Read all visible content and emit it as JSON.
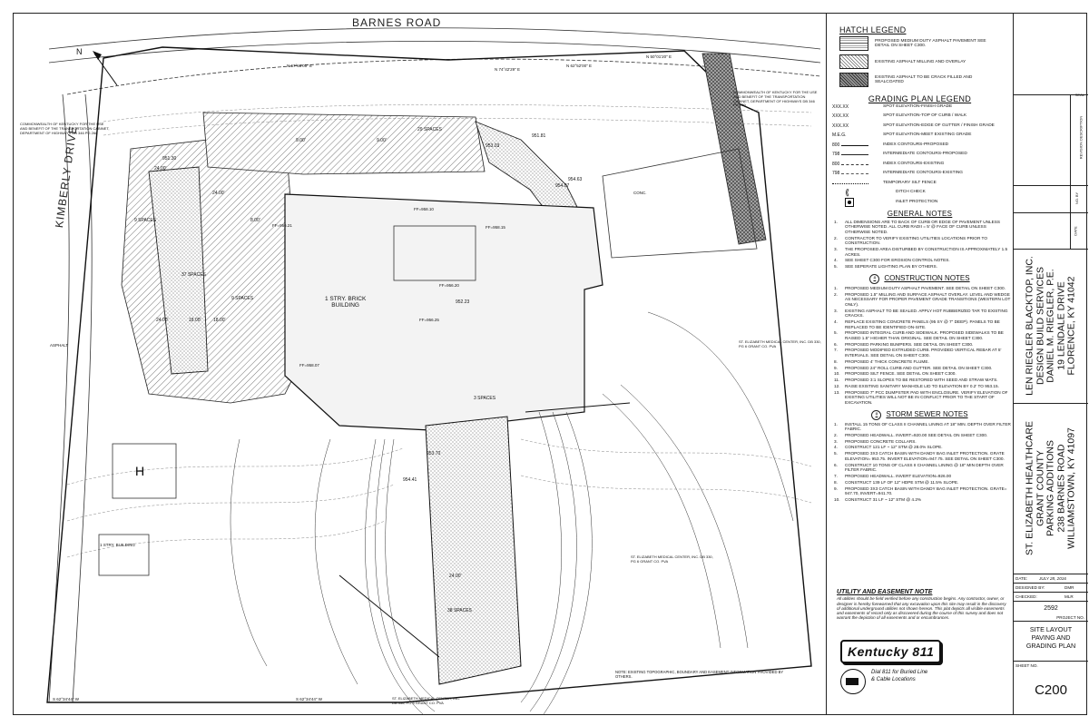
{
  "roads": {
    "barnes_road": "BARNES ROAD",
    "kimberly_drive": "KIMBERLY DRIVE"
  },
  "plan_labels": {
    "building": "1 STRY. BRICK",
    "building_line2": "BUILDING",
    "spaces_29": "29 SPACES",
    "spaces_37": "37 SPACES",
    "spaces_9a": "9 SPACES",
    "spaces_9b": "9 SPACES",
    "spaces_3": "3 SPACES",
    "spaces_38": "38 SPACES",
    "dim_2400_a": "24.00'",
    "dim_2400_b": "24.00'",
    "dim_2400_c": "24.00'",
    "dim_2400_d": "24.00'",
    "dim_1800_a": "18.00'",
    "dim_1800_b": "18.00'",
    "dim_900_a": "9.00'",
    "dim_900_b": "9.00'",
    "dim_800": "8.00'",
    "elev_95303": "953.03",
    "elev_95181": "951.81",
    "elev_95463": "954.63",
    "elev_95407": "954.07",
    "elev_95130": "951.30",
    "elev_95223": "952.23",
    "elev_95370": "953.70",
    "elev_95441": "954.41",
    "ff_95621": "FF=956.21",
    "ff_95810": "FF=958.10",
    "ff_95815": "FF=958.15",
    "ff_95620": "FF=956.20",
    "ff_95625": "FF=956.25",
    "ff_95807": "FF=958.07",
    "bearing_1": "N 67°58'05\" E",
    "bearing_2": "N 74°42'29\" E",
    "bearing_3": "N 62°52'00\" E",
    "bearing_4": "N 50°01'20\" E",
    "bearing_5": "S 62°34'44\" W",
    "bearing_6": "S 62°34'44\" W",
    "comm_left": "COMMONWEALTH OF KENTUCKY FOR THE USE AND BENEFIT OF THE TRANSPORTATION CABINET, DEPARTMENT OF HIGHWAYS DB 346 PG 268",
    "comm_right": "COMMONWEALTH OF KENTUCKY FOR THE USE AND BENEFIT OF THE TRANSPORTATION CABINET, DEPARTMENT OF HIGHWAYS DB 346 PG 269",
    "st_elizabeth_east": "ST. ELIZABETH MEDICAL CENTER, INC. DB 330, PG 6 GRANT CO. PVA",
    "st_elizabeth_south": "ST. ELIZABETH MEDICAL CENTER, INC. DB 330, PG 6 GRANT CO. PVA",
    "st_elizabeth_bottom": "ST. ELIZABETH MEDICAL CENTER, INC. DB 330, PG 6 GRANT CO. PVA",
    "exist_note": "NOTE: EXISTING TOPOGRAPHIC, BOUNDARY AND EASEMENT INFORMATION PROVIDED BY OTHERS.",
    "one_stry": "1 STRY. BUILDING",
    "asphalt": "ASPHALT",
    "conc": "CONC."
  },
  "hatch_legend": {
    "title": "HATCH LEGEND",
    "items": [
      {
        "label": "PROPOSED MEDIUM DUTY ASPHALT PAVEMENT SEE DETAIL ON SHEET C300."
      },
      {
        "label": "EXISTING ASPHALT MILLING AND OVERLAY"
      },
      {
        "label": "EXISTING ASPHALT TO BE CRACK FILLED AND SEALCOATED"
      }
    ]
  },
  "grading_legend": {
    "title": "GRADING PLAN LEGEND",
    "items": [
      {
        "sym": "XXX.XX",
        "label": "SPOT ELEVATION-FINISH GRADE"
      },
      {
        "sym": "XXX.XX",
        "label": "SPOT ELEVATION-TOP OF CURB / WALK"
      },
      {
        "sym": "XXX.XX",
        "label": "SPOT ELEVATION-EDGE OF GUTTER / FINISH GRADE"
      },
      {
        "sym": "M.E.G.",
        "label": "SPOT ELEVATION-MEET EXISTING GRADE"
      },
      {
        "sym": "800",
        "label": "INDEX CONTOURS-PROPOSED"
      },
      {
        "sym": "798",
        "label": "INTERMEDIATE CONTOURS-PROPOSED"
      },
      {
        "sym": "800",
        "label": "INDEX CONTOURS-EXISTING"
      },
      {
        "sym": "798",
        "label": "INTERMEDIATE CONTOURS-EXISTING"
      },
      {
        "sym": "",
        "label": "TEMPORARY SILT FENCE"
      },
      {
        "sym": "",
        "label": "DITCH CHECK"
      },
      {
        "sym": "",
        "label": "INLET PROTECTION"
      }
    ]
  },
  "general_notes": {
    "title": "GENERAL NOTES",
    "items": [
      {
        "n": "1.",
        "t": "ALL DIMENSIONS ARE TO BACK OF CURB OR EDGE OF PAVEMENT UNLESS OTHERWISE NOTED. ALL CURB RADII = 5' @ FACE OF CURB UNLESS OTHERWISE NOTED."
      },
      {
        "n": "2.",
        "t": "CONTRACTOR TO VERIFY EXISTING UTILITIES LOCATIONS PRIOR TO CONSTRUCTION."
      },
      {
        "n": "3.",
        "t": "THE PROPOSED AREA DISTURBED BY CONSTRUCTION IS APPROXIMATELY 1.5 ACRES."
      },
      {
        "n": "4.",
        "t": "SEE SHEET C300 FOR EROSION CONTROL NOTES."
      },
      {
        "n": "5.",
        "t": "SEE SEPERATE LIGHTING PLAN BY OTHERS."
      }
    ]
  },
  "construction_notes": {
    "title": "CONSTRUCTION NOTES",
    "tag": "#",
    "items": [
      {
        "n": "1.",
        "t": "PROPOSED MEDIUM DUTY ASPHALT PAVEMENT. SEE DETAIL ON SHEET C300."
      },
      {
        "n": "2.",
        "t": "PROPOSED 1.5\" MILLING AND SURFACE ASPHALT OVERLAY. LEVEL AND WEDGE AS NECESSARY FOR PROPER PAVEMENT GRADE TRANSITIONS (WESTERN LOT ONLY)."
      },
      {
        "n": "3.",
        "t": "EXISTING ASPHALT TO BE SEALED. APPLY HOT RUBBERIZED TAR TO EXISTING CRACKS."
      },
      {
        "n": "4.",
        "t": "REPLACE EXISTING CONCRETE PANELS (95 SY @ 7\" DEEP). PANELS TO BE REPLACED TO BE IDENTIFIED ON-SITE."
      },
      {
        "n": "5.",
        "t": "PROPOSED INTEGRAL CURB AND SIDEWALK. PROPOSED SIDEWALKS TO BE RAISED 1.5\" HIGHER THAN ORIGINAL. SEE DETAIL ON SHEET C300."
      },
      {
        "n": "6.",
        "t": "PROPOSED PARKING BUMPERS. SEE DETAIL ON SHEET C300."
      },
      {
        "n": "7.",
        "t": "PROPOSED MODIFIED EXTRUDED CURB. PROVIDED VERTICAL REBAR AT 5' INTERVALS. SEE DETAIL ON SHEET C300."
      },
      {
        "n": "8.",
        "t": "PROPOSED 4' THICK CONCRETE FLUME."
      },
      {
        "n": "9.",
        "t": "PROPOSED 24\" ROLL CURB AND GUTTER. SEE DETAIL ON SHEET C300."
      },
      {
        "n": "10.",
        "t": "PROPOSED SILT FENCE. SEE DETAIL ON SHEET C300."
      },
      {
        "n": "11.",
        "t": "PROPOSED 3:1 SLOPES TO BE RESTORED WITH SEED AND STRAW MATS."
      },
      {
        "n": "12.",
        "t": "RAISE EXISTING SANITARY MANHOLE LID TO ELEVATION BY 0.2' TO 953.15."
      },
      {
        "n": "13.",
        "t": "PROPOSED 7\" PCC DUMPSTER PAD WITH ENCLOSURE. VERIFY ELEVATION OF EXISTING UTILITIES WILL NOT BE IN CONFLICT PRIOR TO THE START OF EXCAVATION."
      }
    ]
  },
  "storm_notes": {
    "title": "STORM SEWER NOTES",
    "tag": "#",
    "items": [
      {
        "n": "1.",
        "t": "INSTALL 15 TONS OF CLASS II CHANNEL LINING AT 18\" MIN. DEPTH OVER FILTER FABRIC."
      },
      {
        "n": "2.",
        "t": "PROPOSED HEADWALL. INVERT=920.00 SEE DETAIL ON SHEET C300."
      },
      {
        "n": "3.",
        "t": "PROPOSED CONCRETE COLLARS."
      },
      {
        "n": "4.",
        "t": "CONSTRUCT 121 LF ~ 12\" STM @ 28.0% SLOPE."
      },
      {
        "n": "5.",
        "t": "PROPOSED 3X3 CATCH BASIN WITH DANDY BAG INLET PROTECTION. GRATE ELEVATION= 953.75. INVERT ELEVATION=947.75. SEE DETAIL ON SHEET C300."
      },
      {
        "n": "6.",
        "t": "CONSTRUCT 10 TONS OF CLASS II CHANNEL LINING @ 18\" MIN DEPTH OVER FILTER FABRIC."
      },
      {
        "n": "7.",
        "t": "PROPOSED HEADWALL. INVERT ELEVATION=926.00"
      },
      {
        "n": "8.",
        "t": "CONSTRUCT 139 LF OF 12\" HDPE STM @ 11.5% SLOPE."
      },
      {
        "n": "9.",
        "t": "PROPOSED 3X3 CATCH BASIN WITH DANDY BAG INLET PROTECTION. GRATE= 947.70, INVERT=941.70."
      },
      {
        "n": "10.",
        "t": "CONSTRUCT 31 LF ~ 12\" STM @ 4.2%"
      }
    ]
  },
  "utility_note": {
    "title": "UTILITY AND EASEMENT NOTE",
    "text": "All utilities should be field verified before any construction begins. Any contractor, owner, or designer is hereby forewarned that any excavation upon this site may result in the discovery of additional underground utilities not shown hereon. This plat depicts all visible easements and easements of record only as discovered during the course of this survey and does not warrant the depiction of all easements and or encumbrances."
  },
  "kentucky811": {
    "logo": "Kentucky 811",
    "line1": "Dial 811 for Buried Line",
    "line2": "& Cable Locations"
  },
  "title_block": {
    "company_1": "LEN RIEGLER BLACKTOP, INC.",
    "company_2": "DESIGN BUILD SERVICES",
    "company_3": "DANIEL M. RIEGLER, P.E.",
    "company_4": "19 LENDALE DRIVE",
    "company_5": "FLORENCE, KY 41042",
    "project_1": "ST. ELIZABETH HEALTHCARE",
    "project_2": "GRANT COUNTY",
    "project_3": "PARKING ADDITIONS",
    "project_4": "238 BARNES ROAD",
    "project_5": "WILLIAMSTOWN, KY 41097",
    "rev_desc": "REVISION DESCRIPTION",
    "rev_no": "NO.",
    "rev_by": "BY",
    "rev_date": "DATE",
    "date_label": "DATE:",
    "date_value": "JULY 28, 2016",
    "designed_label": "DESIGNED BY:",
    "designed_value": "DMR",
    "checked_label": "CHECKED:",
    "checked_value": "MLR",
    "project_no_value": "2592",
    "project_no_label": "PROJECT NO.",
    "sheet_title_1": "SITE LAYOUT",
    "sheet_title_2": "PAVING AND",
    "sheet_title_3": "GRADING PLAN",
    "sheet_no_label": "SHEET NO.",
    "sheet_no": "C200",
    "seal_label": "SEAL"
  },
  "north": "N"
}
